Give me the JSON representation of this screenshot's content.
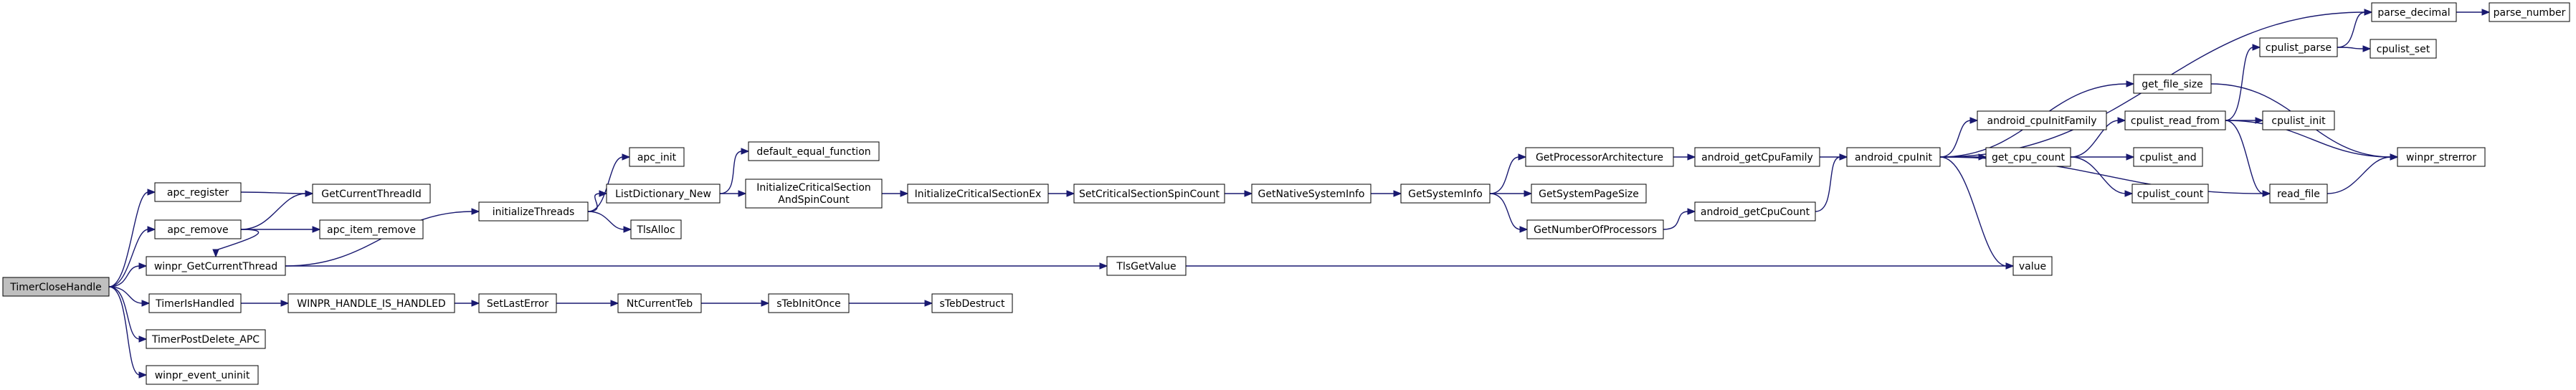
{
  "diagram": {
    "root": "TimerCloseHandle",
    "colors": {
      "edge": "#191970",
      "node_fill": "#ffffff",
      "node_border": "#000000",
      "root_fill": "#bfbfbf"
    },
    "nodes": [
      {
        "id": "TimerCloseHandle",
        "label": "TimerCloseHandle"
      },
      {
        "id": "apc_register",
        "label": "apc_register"
      },
      {
        "id": "apc_remove",
        "label": "apc_remove"
      },
      {
        "id": "winpr_GetCurrentThread",
        "label": "winpr_GetCurrentThread"
      },
      {
        "id": "TimerIsHandled",
        "label": "TimerIsHandled"
      },
      {
        "id": "TimerPostDelete_APC",
        "label": "TimerPostDelete_APC"
      },
      {
        "id": "winpr_event_uninit",
        "label": "winpr_event_uninit"
      },
      {
        "id": "GetCurrentThreadId",
        "label": "GetCurrentThreadId"
      },
      {
        "id": "apc_item_remove",
        "label": "apc_item_remove"
      },
      {
        "id": "WINPR_HANDLE_IS_HANDLED",
        "label": "WINPR_HANDLE_IS_HANDLED"
      },
      {
        "id": "initializeThreads",
        "label": "initializeThreads"
      },
      {
        "id": "TlsGetValue",
        "label": "TlsGetValue"
      },
      {
        "id": "SetLastError",
        "label": "SetLastError"
      },
      {
        "id": "NtCurrentTeb",
        "label": "NtCurrentTeb"
      },
      {
        "id": "sTebInitOnce",
        "label": "sTebInitOnce"
      },
      {
        "id": "sTebDestruct",
        "label": "sTebDestruct"
      },
      {
        "id": "apc_init",
        "label": "apc_init"
      },
      {
        "id": "ListDictionary_New",
        "label": "ListDictionary_New"
      },
      {
        "id": "TlsAlloc",
        "label": "TlsAlloc"
      },
      {
        "id": "default_equal_function",
        "label": "default_equal_function"
      },
      {
        "id": "InitializeCriticalSectionAndSpinCount",
        "label": "InitializeCriticalSection",
        "label2": "AndSpinCount"
      },
      {
        "id": "InitializeCriticalSectionEx",
        "label": "InitializeCriticalSectionEx"
      },
      {
        "id": "SetCriticalSectionSpinCount",
        "label": "SetCriticalSectionSpinCount"
      },
      {
        "id": "GetNativeSystemInfo",
        "label": "GetNativeSystemInfo"
      },
      {
        "id": "GetSystemInfo",
        "label": "GetSystemInfo"
      },
      {
        "id": "GetProcessorArchitecture",
        "label": "GetProcessorArchitecture"
      },
      {
        "id": "GetSystemPageSize",
        "label": "GetSystemPageSize"
      },
      {
        "id": "GetNumberOfProcessors",
        "label": "GetNumberOfProcessors"
      },
      {
        "id": "android_getCpuFamily",
        "label": "android_getCpuFamily"
      },
      {
        "id": "android_getCpuCount",
        "label": "android_getCpuCount"
      },
      {
        "id": "android_cpuInit",
        "label": "android_cpuInit"
      },
      {
        "id": "value",
        "label": "value"
      },
      {
        "id": "get_file_size",
        "label": "get_file_size"
      },
      {
        "id": "android_cpuInitFamily",
        "label": "android_cpuInitFamily"
      },
      {
        "id": "get_cpu_count",
        "label": "get_cpu_count"
      },
      {
        "id": "cpulist_read_from",
        "label": "cpulist_read_from"
      },
      {
        "id": "cpulist_and",
        "label": "cpulist_and"
      },
      {
        "id": "cpulist_count",
        "label": "cpulist_count"
      },
      {
        "id": "cpulist_parse",
        "label": "cpulist_parse"
      },
      {
        "id": "cpulist_init",
        "label": "cpulist_init"
      },
      {
        "id": "read_file",
        "label": "read_file"
      },
      {
        "id": "parse_decimal",
        "label": "parse_decimal"
      },
      {
        "id": "cpulist_set",
        "label": "cpulist_set"
      },
      {
        "id": "winpr_strerror",
        "label": "winpr_strerror"
      },
      {
        "id": "parse_number",
        "label": "parse_number"
      }
    ],
    "edges": [
      [
        "TimerCloseHandle",
        "apc_register"
      ],
      [
        "TimerCloseHandle",
        "apc_remove"
      ],
      [
        "TimerCloseHandle",
        "winpr_GetCurrentThread"
      ],
      [
        "TimerCloseHandle",
        "TimerIsHandled"
      ],
      [
        "TimerCloseHandle",
        "TimerPostDelete_APC"
      ],
      [
        "TimerCloseHandle",
        "winpr_event_uninit"
      ],
      [
        "apc_register",
        "GetCurrentThreadId"
      ],
      [
        "apc_remove",
        "GetCurrentThreadId"
      ],
      [
        "apc_remove",
        "apc_item_remove"
      ],
      [
        "apc_remove",
        "winpr_GetCurrentThread"
      ],
      [
        "winpr_GetCurrentThread",
        "initializeThreads"
      ],
      [
        "winpr_GetCurrentThread",
        "TlsGetValue"
      ],
      [
        "TimerIsHandled",
        "WINPR_HANDLE_IS_HANDLED"
      ],
      [
        "WINPR_HANDLE_IS_HANDLED",
        "SetLastError"
      ],
      [
        "SetLastError",
        "NtCurrentTeb"
      ],
      [
        "NtCurrentTeb",
        "sTebInitOnce"
      ],
      [
        "sTebInitOnce",
        "sTebDestruct"
      ],
      [
        "initializeThreads",
        "apc_init"
      ],
      [
        "initializeThreads",
        "ListDictionary_New"
      ],
      [
        "initializeThreads",
        "TlsAlloc"
      ],
      [
        "ListDictionary_New",
        "default_equal_function"
      ],
      [
        "ListDictionary_New",
        "InitializeCriticalSectionAndSpinCount"
      ],
      [
        "InitializeCriticalSectionAndSpinCount",
        "InitializeCriticalSectionEx"
      ],
      [
        "InitializeCriticalSectionEx",
        "SetCriticalSectionSpinCount"
      ],
      [
        "SetCriticalSectionSpinCount",
        "GetNativeSystemInfo"
      ],
      [
        "GetNativeSystemInfo",
        "GetSystemInfo"
      ],
      [
        "GetSystemInfo",
        "GetProcessorArchitecture"
      ],
      [
        "GetSystemInfo",
        "GetSystemPageSize"
      ],
      [
        "GetSystemInfo",
        "GetNumberOfProcessors"
      ],
      [
        "GetProcessorArchitecture",
        "android_getCpuFamily"
      ],
      [
        "GetNumberOfProcessors",
        "android_getCpuCount"
      ],
      [
        "android_getCpuFamily",
        "android_cpuInit"
      ],
      [
        "android_getCpuCount",
        "android_cpuInit"
      ],
      [
        "TlsGetValue",
        "value"
      ],
      [
        "android_cpuInit",
        "value"
      ],
      [
        "android_cpuInit",
        "parse_decimal"
      ],
      [
        "android_cpuInit",
        "get_file_size"
      ],
      [
        "android_cpuInit",
        "android_cpuInitFamily"
      ],
      [
        "android_cpuInit",
        "get_cpu_count"
      ],
      [
        "android_cpuInit",
        "read_file"
      ],
      [
        "get_file_size",
        "winpr_strerror"
      ],
      [
        "get_cpu_count",
        "cpulist_read_from"
      ],
      [
        "get_cpu_count",
        "cpulist_and"
      ],
      [
        "get_cpu_count",
        "cpulist_count"
      ],
      [
        "cpulist_read_from",
        "cpulist_parse"
      ],
      [
        "cpulist_read_from",
        "cpulist_init"
      ],
      [
        "cpulist_read_from",
        "winpr_strerror"
      ],
      [
        "cpulist_read_from",
        "read_file"
      ],
      [
        "cpulist_parse",
        "parse_decimal"
      ],
      [
        "cpulist_parse",
        "cpulist_set"
      ],
      [
        "read_file",
        "winpr_strerror"
      ],
      [
        "parse_decimal",
        "parse_number"
      ]
    ]
  }
}
